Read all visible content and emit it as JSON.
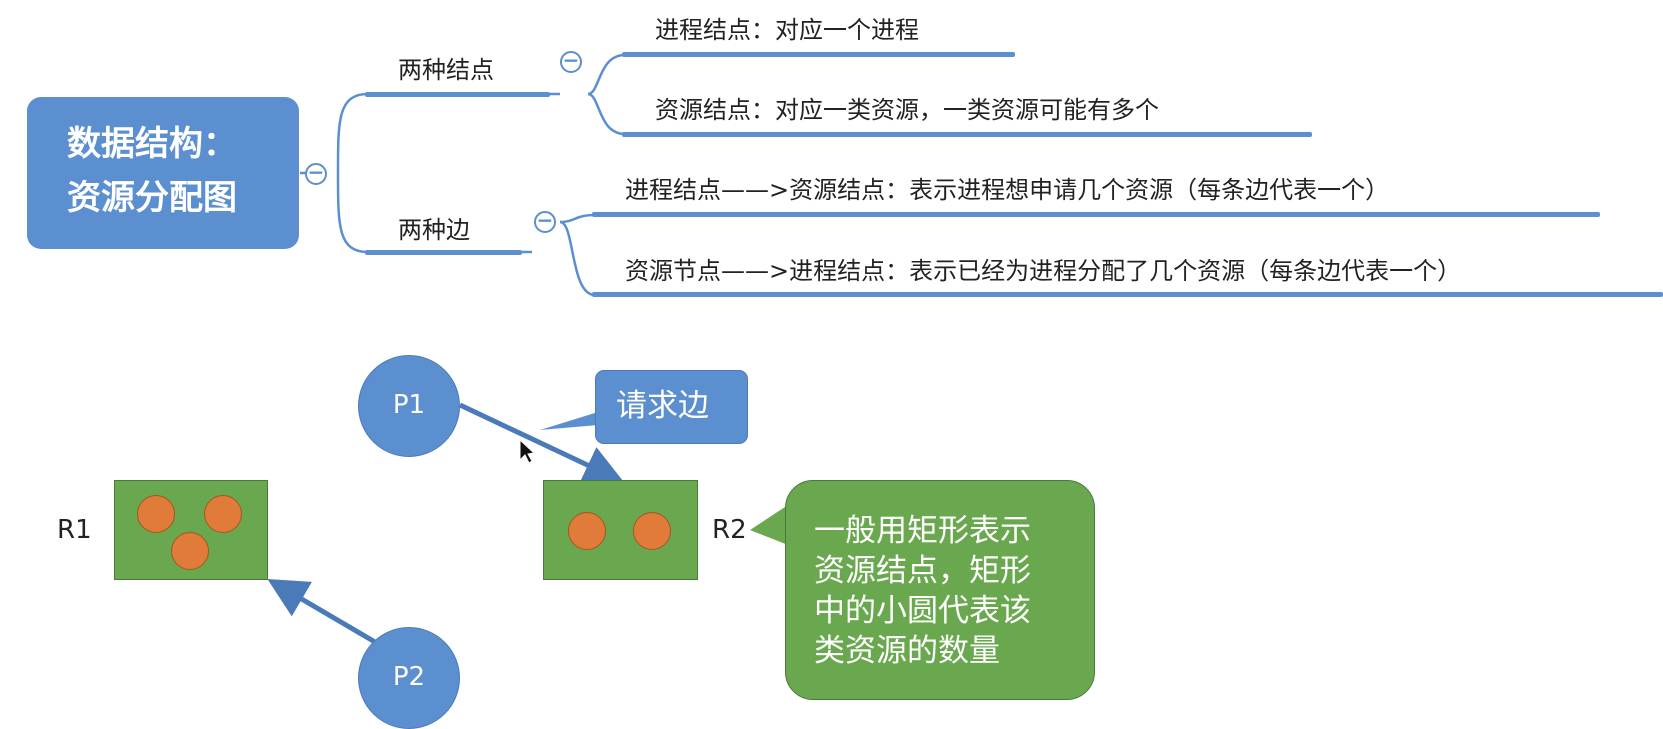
{
  "mindmap": {
    "root": {
      "line1": "数据结构：",
      "line2": "资源分配图"
    },
    "branches": [
      {
        "label": "两种结点",
        "leaves": [
          {
            "text": "进程结点：对应一个进程"
          },
          {
            "text": "资源结点：对应一类资源，一类资源可能有多个"
          }
        ]
      },
      {
        "label": "两种边",
        "leaves": [
          {
            "text": "进程结点——>资源结点：表示进程想申请几个资源（每条边代表一个）"
          },
          {
            "text": "资源节点——>进程结点：表示已经为进程分配了几个资源（每条边代表一个）"
          }
        ]
      }
    ],
    "collapse_symbol": "−"
  },
  "graph": {
    "processes": [
      "P1",
      "P2"
    ],
    "resources": [
      {
        "label": "R1",
        "instances": 3
      },
      {
        "label": "R2",
        "instances": 2
      }
    ],
    "callout_request": "请求边",
    "callout_note_lines": [
      "一般用矩形表示",
      "资源结点，矩形",
      "中的小圆代表该",
      "类资源的数量"
    ]
  },
  "colors": {
    "blue": "#5b8fd0",
    "green": "#6aa84f",
    "orange": "#e07b39"
  }
}
